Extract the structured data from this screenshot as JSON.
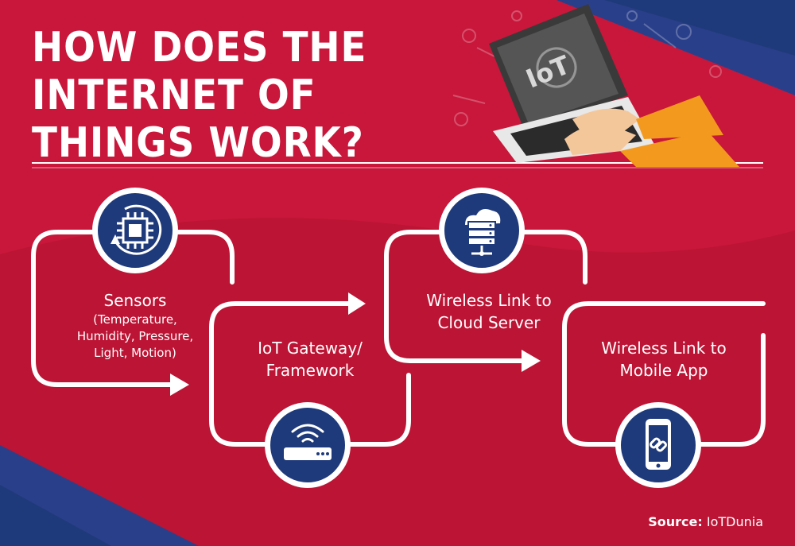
{
  "title": "HOW DOES THE INTERNET OF THINGS WORK?",
  "laptop": {
    "screen_text": "IoT"
  },
  "steps": [
    {
      "id": "sensors",
      "label": "Sensors",
      "detail": "(Temperature, Humidity, Pressure, Light, Motion)",
      "icon": "sensor-chip-icon"
    },
    {
      "id": "gateway",
      "label": "IoT Gateway/ Framework",
      "icon": "gateway-router-icon"
    },
    {
      "id": "cloud",
      "label": "Wireless Link to Cloud Server",
      "icon": "cloud-server-icon"
    },
    {
      "id": "mobile",
      "label": "Wireless Link to Mobile App",
      "icon": "phone-link-icon"
    }
  ],
  "source": {
    "prefix": "Source:",
    "name": "IoTDunia"
  },
  "colors": {
    "background": "#c8173a",
    "accent_blue": "#1f3a7a",
    "line": "#ffffff",
    "orange": "#f39a1e"
  }
}
